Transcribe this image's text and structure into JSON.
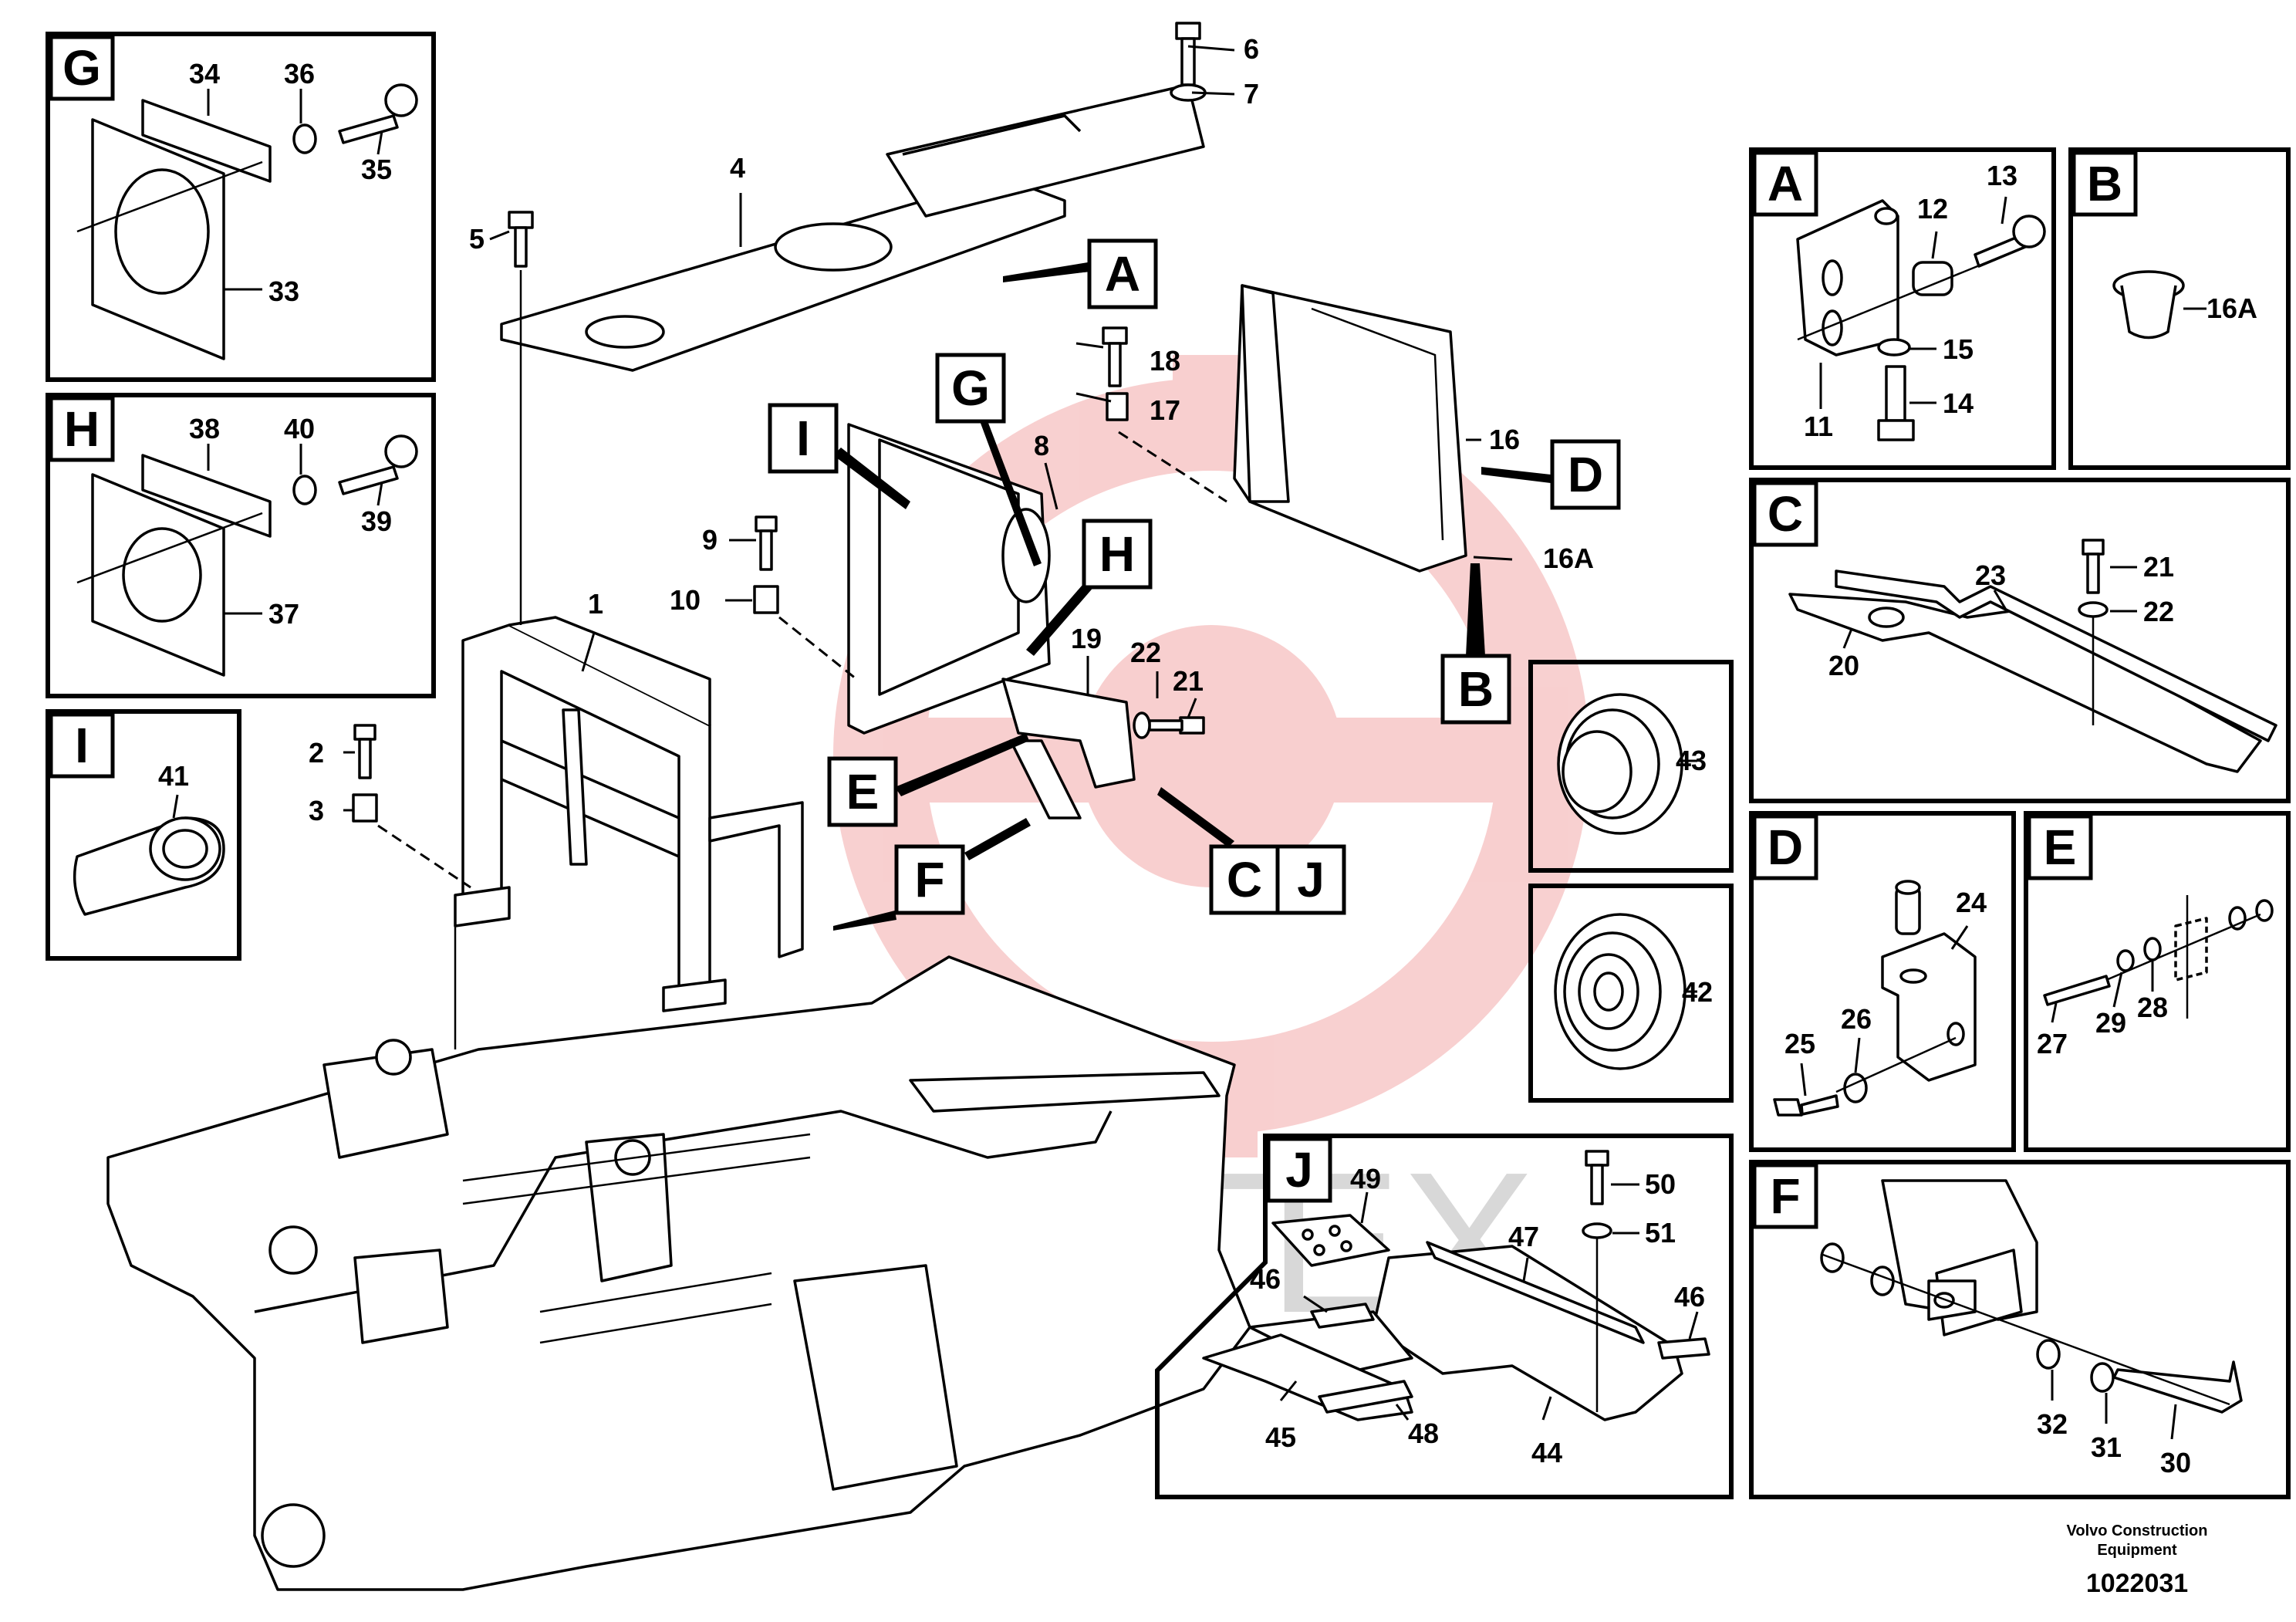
{
  "watermark": {
    "text": "ИНТЕХ",
    "logo_color": "#f3c2c2",
    "text_color": "#d8d8d8"
  },
  "footer": {
    "company_line1": "Volvo Construction",
    "company_line2": "Equipment",
    "doc_number": "1022031"
  },
  "callouts": {
    "A": "A",
    "B": "B",
    "C": "C",
    "D": "D",
    "E": "E",
    "F": "F",
    "G": "G",
    "H": "H",
    "I": "I",
    "J": "J"
  },
  "main_labels": {
    "p1": "1",
    "p2": "2",
    "p3": "3",
    "p4": "4",
    "p5": "5",
    "p6": "6",
    "p7": "7",
    "p8": "8",
    "p9": "9",
    "p10": "10",
    "p16": "16",
    "p16A": "16A",
    "p17": "17",
    "p18": "18",
    "p19": "19",
    "p21": "21",
    "p22": "22"
  },
  "panels": {
    "G": {
      "letter": "G",
      "labels": [
        "34",
        "36",
        "35",
        "33"
      ]
    },
    "H": {
      "letter": "H",
      "labels": [
        "38",
        "40",
        "39",
        "37"
      ]
    },
    "I": {
      "letter": "I",
      "labels": [
        "41"
      ]
    },
    "A": {
      "letter": "A",
      "labels": [
        "12",
        "13",
        "15",
        "14",
        "11"
      ]
    },
    "B": {
      "letter": "B",
      "labels": [
        "16A"
      ]
    },
    "C": {
      "letter": "C",
      "labels": [
        "23",
        "21",
        "22",
        "20"
      ]
    },
    "D": {
      "letter": "D",
      "labels": [
        "24",
        "26",
        "25"
      ]
    },
    "E": {
      "letter": "E",
      "labels": [
        "27",
        "29",
        "28"
      ]
    },
    "F": {
      "letter": "F",
      "labels": [
        "32",
        "31",
        "30"
      ]
    },
    "J": {
      "letter": "J",
      "labels": [
        "49",
        "50",
        "51",
        "47",
        "46",
        "46",
        "48",
        "45",
        "44"
      ]
    },
    "P43": {
      "labels": [
        "43"
      ]
    },
    "P42": {
      "labels": [
        "42"
      ]
    }
  }
}
